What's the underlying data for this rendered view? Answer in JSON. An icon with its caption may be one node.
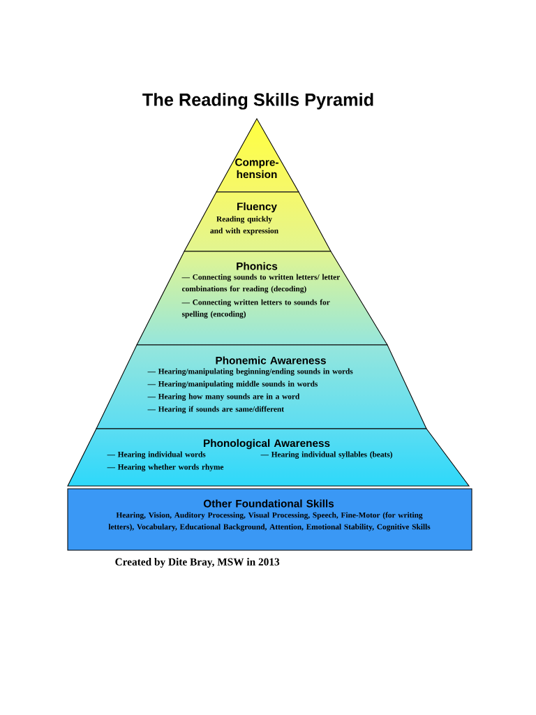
{
  "diagram": {
    "title": "The Reading Skills Pyramid",
    "nodes": [
      {
        "text": [
          "Compre- hension"
        ]
      },
      {
        "text": [
          "Fluency",
          "Reading quickly and with expression"
        ]
      },
      {
        "text": [
          "Phonics",
          "— Connecting sounds to written letters/ letter combinations for reading (decoding)",
          "— Connecting written letters to sounds for spelling (encoding)"
        ]
      },
      {
        "text": [
          "Phonemic Awareness",
          "— Hearing/manipulating beginning/ending sounds in words",
          "— Hearing/manipulating middle sounds in words",
          "— Hearing how many sounds are in a word",
          "— Hearing if sounds are same/different"
        ]
      },
      {
        "text": [
          "Phonological Awareness",
          "— Hearing individual words",
          "— Hearing individual syllables (beats)",
          "— Hearing whether words rhyme"
        ]
      },
      {
        "text": [
          "Other Foundational Skills",
          "Hearing, Vision, Auditory Processing, Visual Processing, Speech, Fine-Motor (for writing letters), Vocabulary, Educational Background, Attention, Emotional Stability, Cognitive Skills"
        ]
      }
    ],
    "labels": [
      "Created by Dite Bray, MSW in 2013"
    ]
  }
}
